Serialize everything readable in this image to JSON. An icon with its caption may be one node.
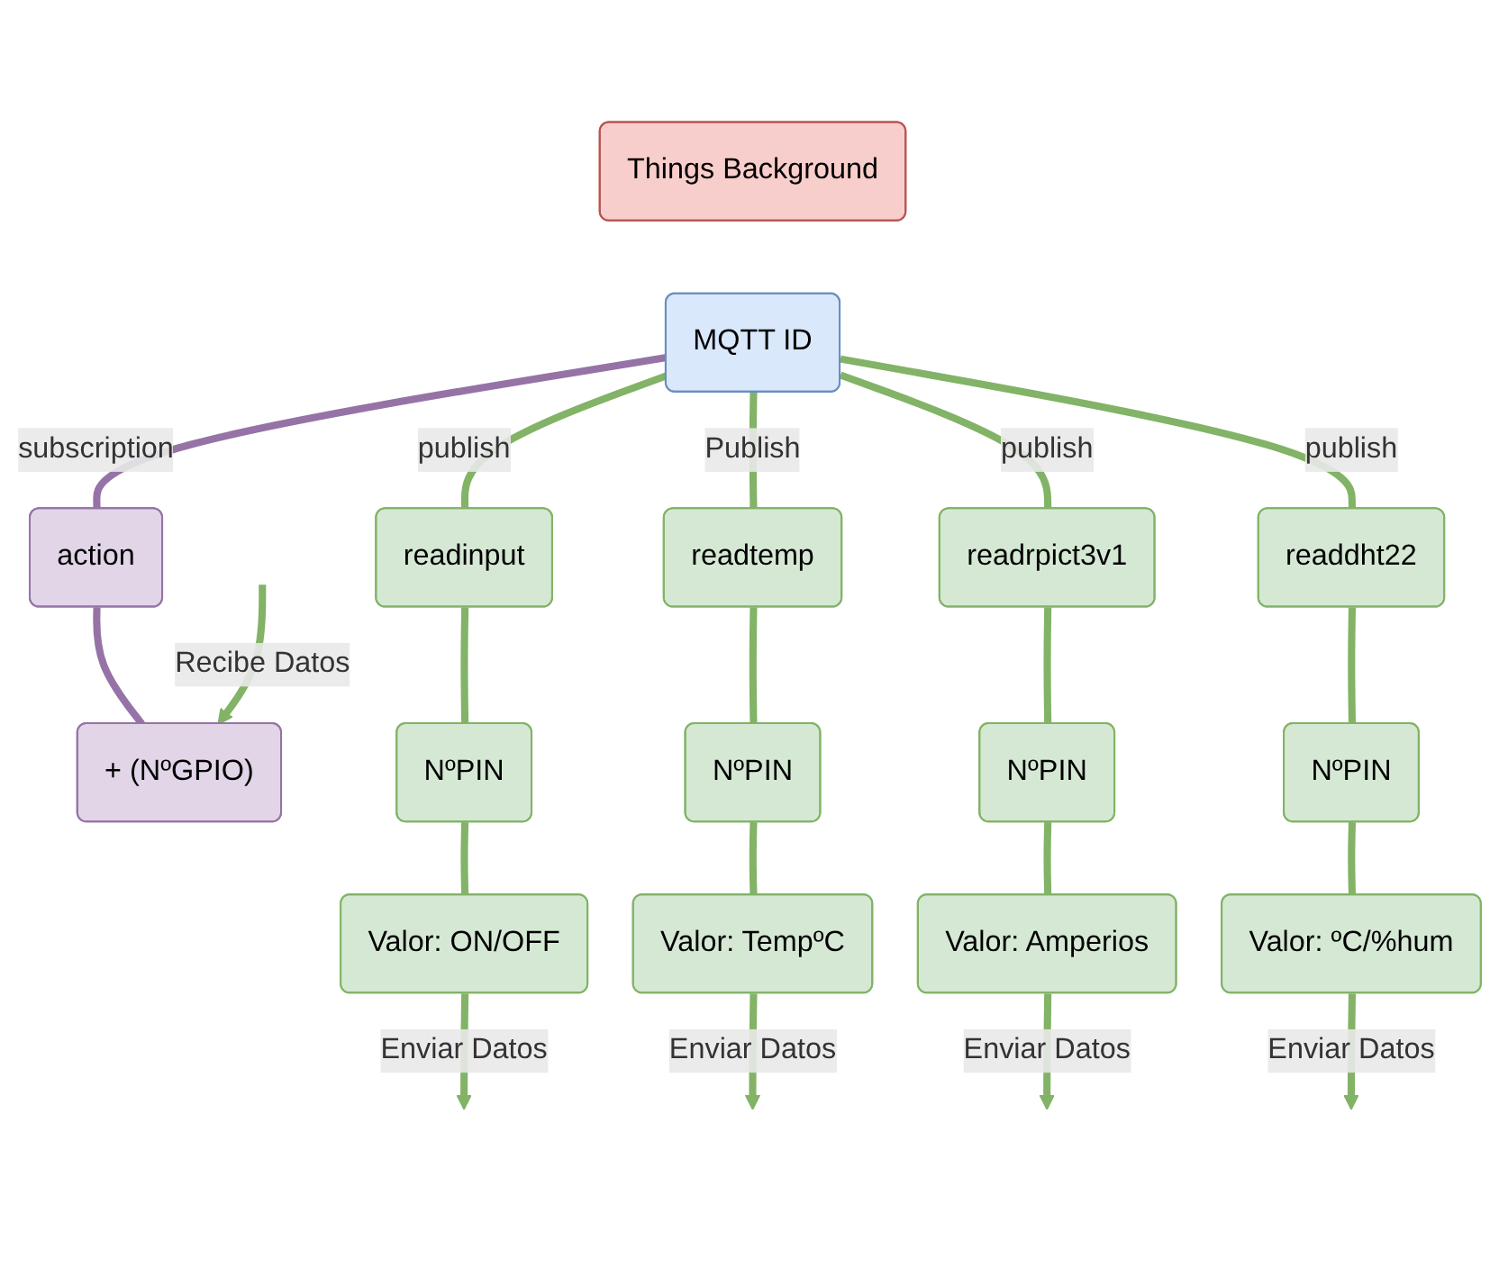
{
  "diagram": {
    "nodes": [
      {
        "text": [
          "Things Background"
        ]
      },
      {
        "text": [
          "MQTT ID"
        ]
      },
      {
        "text": [
          "action"
        ]
      },
      {
        "text": [
          "readinput"
        ]
      },
      {
        "text": [
          "readtemp"
        ]
      },
      {
        "text": [
          "readrpict3v1"
        ]
      },
      {
        "text": [
          "readdht22"
        ]
      },
      {
        "text": [
          "+ (NºGPIO)"
        ]
      },
      {
        "text": [
          "NºPIN"
        ]
      },
      {
        "text": [
          "Valor: ON/OFF"
        ]
      },
      {
        "text": [
          "NºPIN"
        ]
      },
      {
        "text": [
          "Valor: TempºC"
        ]
      },
      {
        "text": [
          "NºPIN"
        ]
      },
      {
        "text": [
          "Valor: Amperios"
        ]
      },
      {
        "text": [
          "NºPIN"
        ]
      },
      {
        "text": [
          "Valor: ºC/%hum"
        ]
      }
    ],
    "edges": [
      {
        "from": 1,
        "to": 2,
        "arrow": "none",
        "label": "subscription",
        "color": "#9673a6"
      },
      {
        "from": 1,
        "to": 3,
        "arrow": "none",
        "label": "publish"
      },
      {
        "from": 1,
        "to": 4,
        "arrow": "none",
        "label": "Publish"
      },
      {
        "from": 1,
        "to": 5,
        "arrow": "none",
        "label": "publish"
      },
      {
        "from": 1,
        "to": 6,
        "arrow": "none",
        "label": "publish"
      },
      {
        "from": 2,
        "to": 7,
        "arrow": "none",
        "color": "#9673a6"
      },
      {
        "from": null,
        "to": 7,
        "arrow": "to",
        "label": "Recibe Datos"
      },
      {
        "from": 3,
        "to": 8,
        "arrow": "none"
      },
      {
        "from": 8,
        "to": 9,
        "arrow": "none"
      },
      {
        "from": 9,
        "to": null,
        "arrow": "to",
        "label": "Enviar Datos"
      },
      {
        "from": 4,
        "to": 10,
        "arrow": "none"
      },
      {
        "from": 10,
        "to": 11,
        "arrow": "none"
      },
      {
        "from": 11,
        "to": null,
        "arrow": "to",
        "label": "Enviar Datos"
      },
      {
        "from": 5,
        "to": 12,
        "arrow": "none"
      },
      {
        "from": 12,
        "to": 13,
        "arrow": "none"
      },
      {
        "from": 13,
        "to": null,
        "arrow": "to",
        "label": "Enviar Datos"
      },
      {
        "from": 6,
        "to": 14,
        "arrow": "none"
      },
      {
        "from": 14,
        "to": 15,
        "arrow": "none"
      },
      {
        "from": 15,
        "to": null,
        "arrow": "to",
        "label": "Enviar Datos"
      }
    ]
  }
}
